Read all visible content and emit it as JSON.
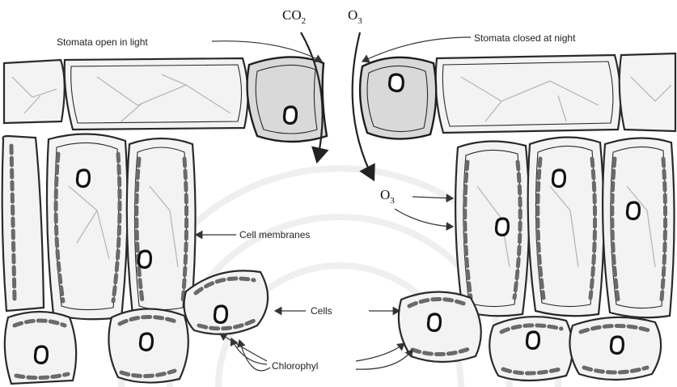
{
  "labels": {
    "co2": "CO",
    "co2_sub": "2",
    "o3_top": "O",
    "o3_top_sub": "3",
    "o3_mid": "O",
    "o3_mid_sub": "3",
    "stomata_open": "Stomata open in light",
    "stomata_closed": "Stomata closed at night",
    "cell_membranes": "Cell membranes",
    "cells": "Cells",
    "chlorophyll": "Chlorophyl"
  },
  "colors": {
    "line": "#2a2a2a",
    "cell_fill": "#f3f3f3",
    "chloroplast": "#6a6a6a",
    "background": "#ffffff"
  }
}
